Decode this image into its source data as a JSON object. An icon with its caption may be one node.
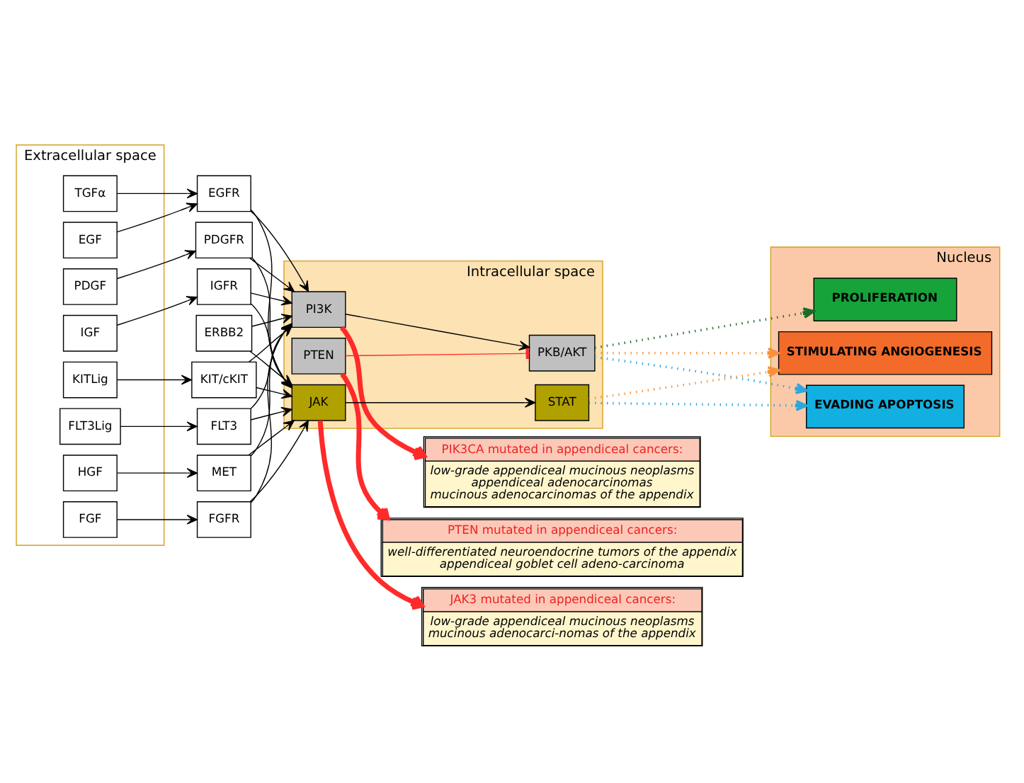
{
  "diagram": {
    "nodes": [
      {
        "text": [
          "PIK3CA mutated in appendiceal cancers:",
          "low-grade appendiceal mucinous neoplasms",
          "appendiceal adenocarcinomas",
          "mucinous adenocarcinomas of the appendix"
        ]
      },
      {
        "text": [
          "PTEN mutated in appendiceal cancers:",
          "well-differentiated neuroendocrine tumors of the appendix",
          "appendiceal goblet cell adeno-carcinoma"
        ]
      },
      {
        "text": [
          "Extracellular space"
        ]
      },
      {
        "text": [
          "Intracellular space"
        ]
      },
      {
        "text": [
          "Nucleus"
        ]
      },
      {
        "text": [
          "TGFα"
        ],
        "in": 2
      },
      {
        "text": [
          "EGF"
        ],
        "in": 2
      },
      {
        "text": [
          "PDGF"
        ],
        "in": 2
      },
      {
        "text": [
          "IGF"
        ],
        "in": 2
      },
      {
        "text": [
          "KITLig"
        ],
        "in": 2
      },
      {
        "text": [
          "FLT3Lig"
        ],
        "in": 2
      },
      {
        "text": [
          "HGF"
        ],
        "in": 2
      },
      {
        "text": [
          "FGF"
        ],
        "in": 2
      },
      {
        "text": [
          "EGFR"
        ]
      },
      {
        "text": [
          "ERBB2"
        ]
      },
      {
        "text": [
          "PDGFR"
        ]
      },
      {
        "text": [
          "IGFR"
        ]
      },
      {
        "text": [
          "KIT/cKIT"
        ]
      },
      {
        "text": [
          "FLT3"
        ]
      },
      {
        "text": [
          "MET"
        ]
      },
      {
        "text": [
          "FGFR"
        ]
      },
      {
        "text": [
          "PI3K"
        ],
        "in": 3
      },
      {
        "text": [
          "PKB/AKT"
        ],
        "in": 3
      },
      {
        "text": [
          "PTEN"
        ],
        "in": 3
      },
      {
        "text": [
          "JAK"
        ],
        "in": 3
      },
      {
        "text": [
          "STAT"
        ],
        "in": 3
      },
      {
        "text": [
          "STIMULATING ANGIOGENESIS"
        ],
        "in": 4
      },
      {
        "text": [
          "EVADING APOPTOSIS"
        ],
        "in": 4
      },
      {
        "text": [
          "PROLIFERATION"
        ],
        "in": 4
      },
      {
        "text": [
          "JAK3 mutated in appendiceal cancers:",
          "low-grade appendiceal mucinous neoplasms",
          "mucinous adenocarci-nomas of the appendix"
        ]
      }
    ],
    "edges": [
      {
        "from": 5,
        "to": 13,
        "arrow": "to"
      },
      {
        "from": 6,
        "to": 13,
        "arrow": "to"
      },
      {
        "from": 7,
        "to": 15,
        "arrow": "to"
      },
      {
        "from": 8,
        "to": 16,
        "arrow": "to"
      },
      {
        "from": 9,
        "to": 17,
        "arrow": "to"
      },
      {
        "from": 10,
        "to": 18,
        "arrow": "to"
      },
      {
        "from": 11,
        "to": 19,
        "arrow": "to"
      },
      {
        "from": 12,
        "to": 20,
        "arrow": "to"
      },
      {
        "from": 13,
        "to": 21,
        "arrow": "to"
      },
      {
        "from": 14,
        "to": 21,
        "arrow": "to"
      },
      {
        "from": 15,
        "to": 21,
        "arrow": "to"
      },
      {
        "from": 16,
        "to": 21,
        "arrow": "to"
      },
      {
        "from": 17,
        "to": 21,
        "arrow": "to"
      },
      {
        "from": 18,
        "to": 21,
        "arrow": "to"
      },
      {
        "from": 19,
        "to": 21,
        "arrow": "to"
      },
      {
        "from": 20,
        "to": 21,
        "arrow": "to"
      },
      {
        "from": 13,
        "to": 24,
        "arrow": "to"
      },
      {
        "from": 14,
        "to": 24,
        "arrow": "to"
      },
      {
        "from": 15,
        "to": 24,
        "arrow": "to"
      },
      {
        "from": 16,
        "to": 24,
        "arrow": "to"
      },
      {
        "from": 17,
        "to": 24,
        "arrow": "to"
      },
      {
        "from": 18,
        "to": 24,
        "arrow": "to"
      },
      {
        "from": 19,
        "to": 24,
        "arrow": "to"
      },
      {
        "from": 20,
        "to": 24,
        "arrow": "to"
      },
      {
        "from": 21,
        "to": 22,
        "arrow": "to"
      },
      {
        "from": 23,
        "to": 22,
        "arrow": "other",
        "color": "#ff2a2a"
      },
      {
        "from": 21,
        "to": 0,
        "arrow": "to",
        "style": "thick",
        "color": "#ff2a2a"
      },
      {
        "from": 23,
        "to": 1,
        "arrow": "to",
        "style": "thick",
        "color": "#ff2a2a"
      },
      {
        "from": 24,
        "to": 25,
        "arrow": "to"
      },
      {
        "from": 24,
        "to": 29,
        "arrow": "to",
        "style": "thick",
        "color": "#ff2a2a"
      },
      {
        "from": 22,
        "to": 26,
        "arrow": "to",
        "style": "dashed",
        "color": "#f7923a"
      },
      {
        "from": 22,
        "to": 27,
        "arrow": "to",
        "style": "dashed",
        "color": "#2aa7de"
      },
      {
        "from": 22,
        "to": 28,
        "arrow": "to",
        "style": "dashed",
        "color": "#1a6b2a"
      },
      {
        "from": 25,
        "to": 26,
        "arrow": "to",
        "style": "dashed",
        "color": "#f7923a"
      },
      {
        "from": 25,
        "to": 27,
        "arrow": "to",
        "style": "dashed",
        "color": "#2aa7de"
      }
    ]
  }
}
